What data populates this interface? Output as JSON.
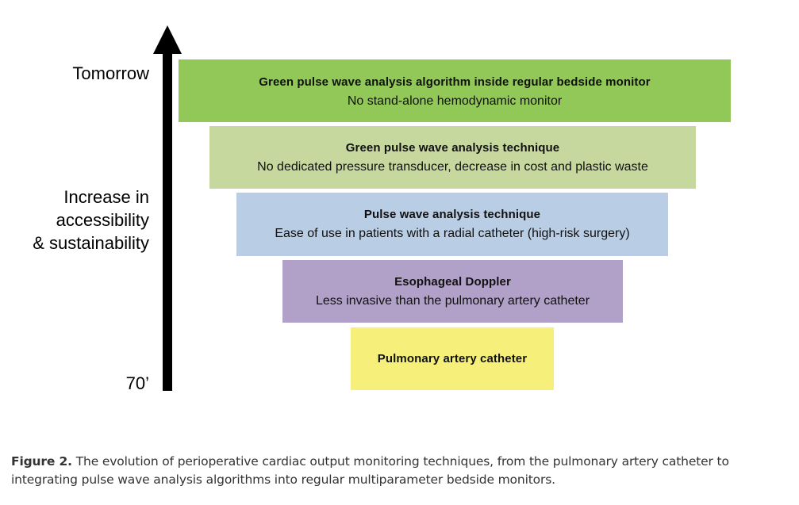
{
  "axis": {
    "top_label": "Tomorrow",
    "middle_label_lines": [
      "Increase in",
      "accessibility",
      "& sustainability"
    ],
    "bottom_label": "70’",
    "direction": "up",
    "icon": "arrow-up-icon"
  },
  "stages": [
    {
      "title": "Green pulse wave analysis algorithm inside regular bedside monitor",
      "description": "No stand-alone hemodynamic monitor",
      "color": "#92c857"
    },
    {
      "title": "Green pulse wave analysis technique",
      "description": "No dedicated pressure transducer, decrease in cost and plastic waste",
      "color": "#c6d89e"
    },
    {
      "title": "Pulse wave analysis technique",
      "description": "Ease of use in patients with a radial catheter (high-risk surgery)",
      "color": "#b9cde4"
    },
    {
      "title": "Esophageal Doppler",
      "description": "Less invasive than the pulmonary artery catheter",
      "color": "#b1a0c7"
    },
    {
      "title": "Pulmonary artery catheter",
      "description": "",
      "color": "#f6f07b"
    }
  ],
  "caption": {
    "label": "Figure 2.",
    "text": " The evolution of perioperative cardiac output monitoring techniques, from the pulmonary artery catheter to integrating pulse wave analysis algorithms into regular multiparameter bedside monitors."
  },
  "colors": {
    "arrow": "#000000",
    "caption_text": "#333333"
  }
}
